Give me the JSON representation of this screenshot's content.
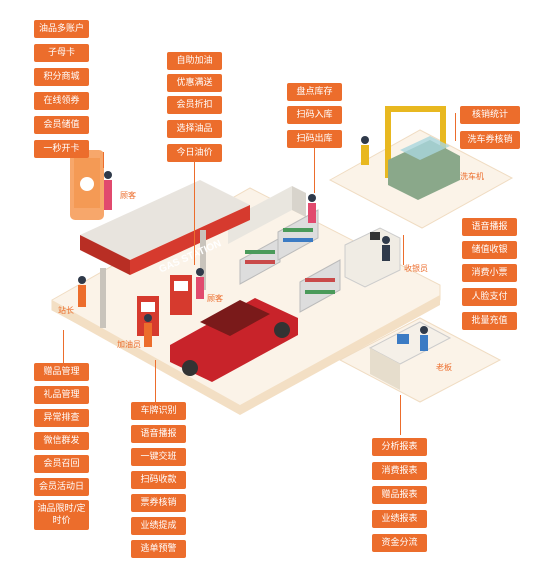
{
  "groups": {
    "member": [
      "油品多账户",
      "子母卡",
      "积分商城",
      "在线领券",
      "会员储值",
      "一秒开卡"
    ],
    "refuel": [
      "自助加油",
      "优惠满送",
      "会员折扣",
      "选择油品",
      "今日油价"
    ],
    "inventory": [
      "盘点库存",
      "扫码入库",
      "扫码出库"
    ],
    "carwash": [
      "核销统计",
      "洗车券核销"
    ],
    "cashier": [
      "语音播报",
      "储值收银",
      "消费小票",
      "人脸支付",
      "批量充值"
    ],
    "manager": [
      "赠品管理",
      "礼品管理",
      "异常排查",
      "微信群发",
      "会员召回",
      "会员活动日",
      "油品限时/定时价"
    ],
    "attendant": [
      "车牌识别",
      "语音播报",
      "一键交班",
      "扫码收款",
      "票券核销",
      "业绩提成",
      "逃单预警"
    ],
    "boss": [
      "分析报表",
      "消费报表",
      "赠品报表",
      "业绩报表",
      "资金分流"
    ]
  },
  "roles": {
    "customer1": "顾客",
    "customer2": "顾客",
    "station_master": "站长",
    "attendant": "加油员",
    "cashier": "收银员",
    "carwash": "洗车机",
    "boss": "老板"
  },
  "station_sign": "GAS STATION",
  "colors": {
    "accent": "#ec6d2c",
    "floor": "#fbf3e8",
    "canopy": "#d63a2e",
    "car": "#c8232a"
  }
}
